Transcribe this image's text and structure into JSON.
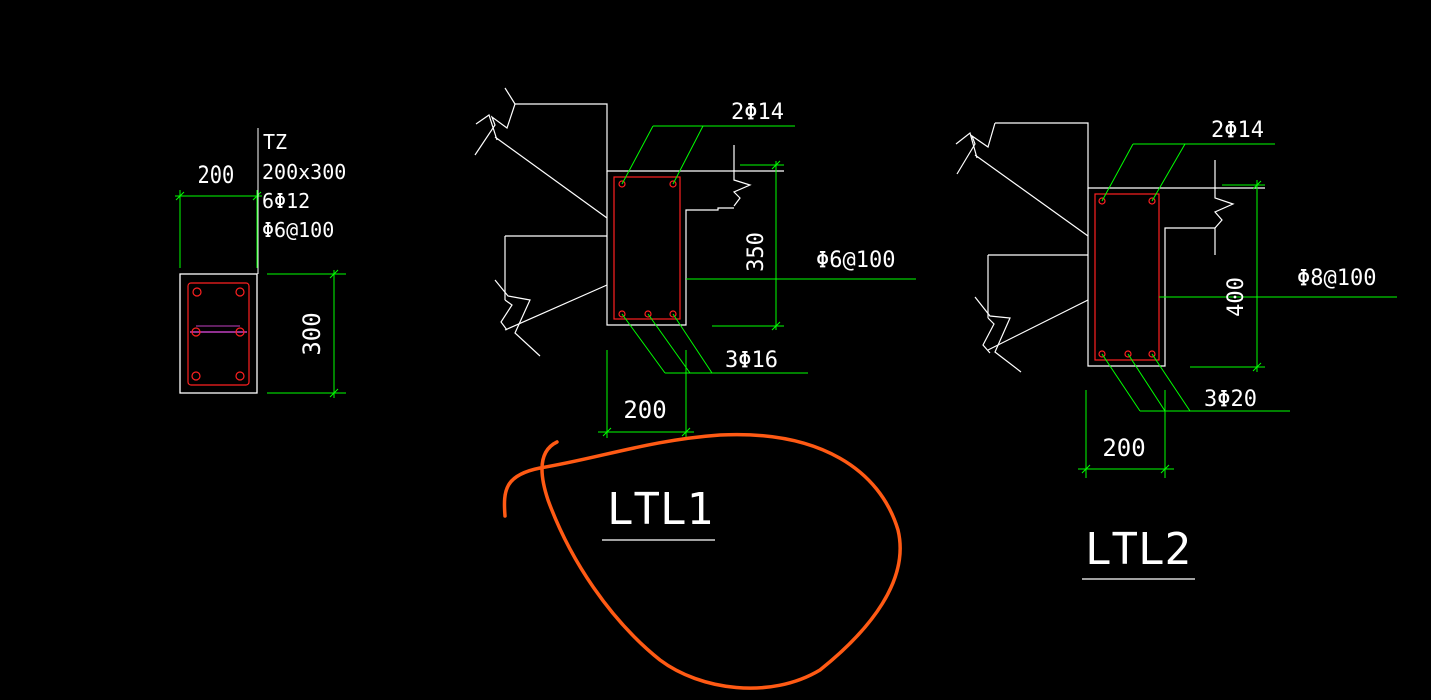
{
  "colors": {
    "background": "#000000",
    "outline": "#ffffff",
    "dimension": "#00ff00",
    "rebar": "#ff2020",
    "tie": "#c040c0",
    "markup": "#ff5a14"
  },
  "tz": {
    "name": "TZ",
    "size": "200x300",
    "long_bars": "6Φ12",
    "stirrups": "Φ6@100",
    "dim_width": "200",
    "dim_height": "300"
  },
  "ltl1": {
    "title": "LTL1",
    "top_bars": "2Φ14",
    "stirrups": "Φ6@100",
    "bottom_bars": "3Φ16",
    "dim_height": "350",
    "dim_width": "200"
  },
  "ltl2": {
    "title": "LTL2",
    "top_bars": "2Φ14",
    "stirrups": "Φ8@100",
    "bottom_bars": "3Φ20",
    "dim_height": "400",
    "dim_width": "200"
  }
}
